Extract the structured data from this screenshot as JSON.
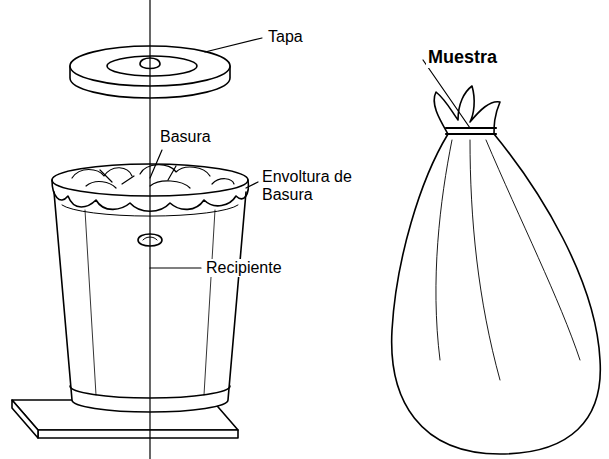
{
  "diagram": {
    "labels": [
      "Tapa",
      "Basura",
      "Envoltura de Basura",
      "Recipiente",
      "Muestra"
    ]
  }
}
